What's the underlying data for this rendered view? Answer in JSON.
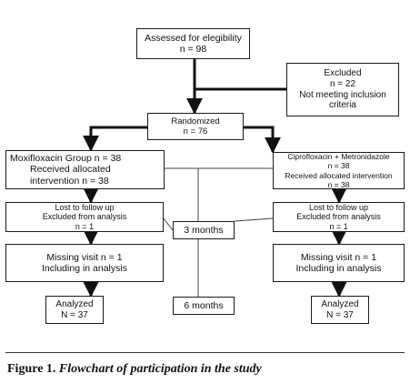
{
  "flowchart": {
    "assessed": {
      "line1": "Assessed for elegibility",
      "line2": "n = 98"
    },
    "excluded": {
      "line1": "Excluded",
      "line2": "n = 22",
      "line3": "Not meeting inclusion",
      "line4": "criteria"
    },
    "randomized": {
      "line1": "Randomized",
      "line2": "n = 76"
    },
    "group_left": {
      "line1": "Moxifloxacin Group n = 38",
      "line2": "Received allocated",
      "line3": "intervention n = 38"
    },
    "group_right": {
      "line1": "Ciprofloxacin + Metronidazole",
      "line2": "n = 38",
      "line3": "Received allocated intervention",
      "line4": "n = 38"
    },
    "lost_left": {
      "line1": "Lost to follow up",
      "line2": "Excluded from analysis",
      "line3": "n = 1"
    },
    "lost_right": {
      "line1": "Lost to follow up",
      "line2": "Excluded from analysis",
      "line3": "n = 1"
    },
    "three_months": "3 months",
    "missing_left": {
      "line1": "Missing visit n = 1",
      "line2": "Including in analysis"
    },
    "missing_right": {
      "line1": "Missing visit n = 1",
      "line2": "Including in analysis"
    },
    "six_months": "6 months",
    "analyzed_left": {
      "line1": "Analyzed",
      "line2": "N = 37"
    },
    "analyzed_right": {
      "line1": "Analyzed",
      "line2": "N = 37"
    }
  },
  "caption": {
    "label": "Figure 1.",
    "text": "Flowchart of participation in the study"
  }
}
